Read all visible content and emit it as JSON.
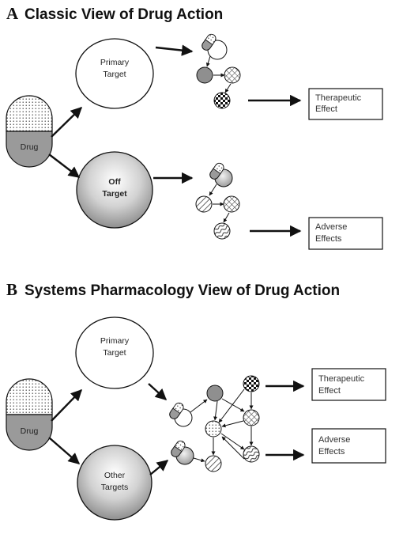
{
  "panel_a": {
    "letter": "A",
    "title": "Classic View of Drug Action",
    "drug_label": "Drug",
    "target1": [
      "Primary",
      "Target"
    ],
    "target2": [
      "Off",
      "Target"
    ],
    "effect1": [
      "Therapeutic",
      "Effect"
    ],
    "effect2": [
      "Adverse",
      "Effects"
    ]
  },
  "panel_b": {
    "letter": "B",
    "title": "Systems Pharmacology  View of Drug Action",
    "drug_label": "Drug",
    "target1": [
      "Primary",
      "Target"
    ],
    "target2": [
      "Other",
      "Targets"
    ],
    "effect1": [
      "Therapeutic",
      "Effect"
    ],
    "effect2": [
      "Adverse",
      "Effects"
    ]
  },
  "colors": {
    "ink": "#111111",
    "target_gray": "#8f8f8f",
    "drug_gray": "#9a9a9a"
  }
}
